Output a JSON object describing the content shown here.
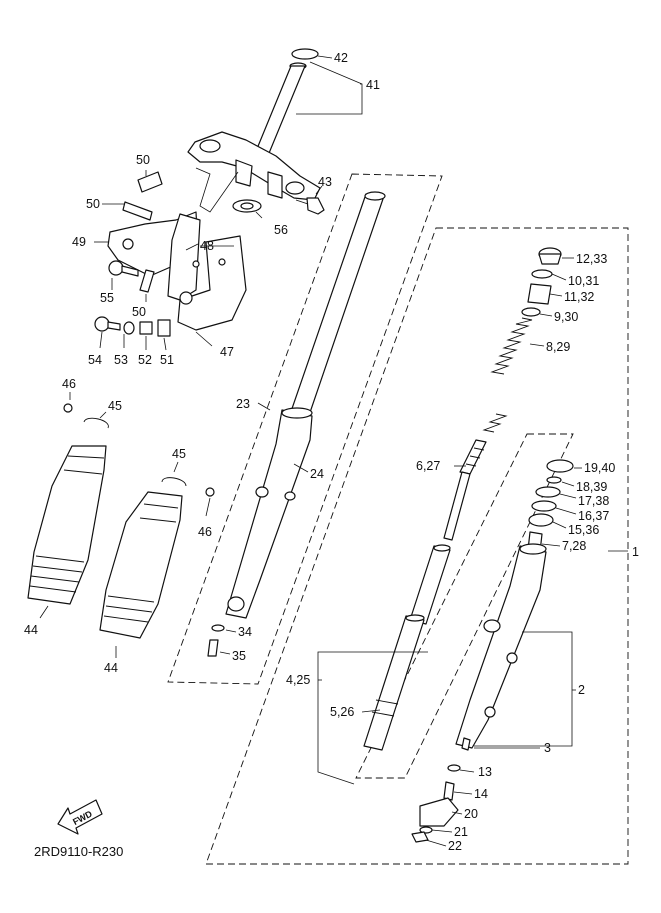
{
  "diagram_code": "2RD9110-R230",
  "fwd_label": "FWD",
  "callouts": {
    "c42": "42",
    "c41": "41",
    "c43": "43",
    "c56": "56",
    "c50a": "50",
    "c50b": "50",
    "c49": "49",
    "c48": "48",
    "c55": "55",
    "c50c": "50",
    "c54": "54",
    "c53": "53",
    "c52": "52",
    "c51": "51",
    "c47": "47",
    "c46a": "46",
    "c45a": "45",
    "c44a": "44",
    "c45b": "45",
    "c46b": "46",
    "c44b": "44",
    "c23": "23",
    "c24": "24",
    "c34": "34",
    "c35": "35",
    "c1233": "12,33",
    "c1031": "10,31",
    "c1132": "11,32",
    "c930": "9,30",
    "c829": "8,29",
    "c627": "6,27",
    "c1940": "19,40",
    "c1839": "18,39",
    "c1738": "17,38",
    "c1637": "16,37",
    "c1536": "15,36",
    "c728": "7,28",
    "c1": "1",
    "c2": "2",
    "c3": "3",
    "c425": "4,25",
    "c526": "5,26",
    "c13": "13",
    "c14": "14",
    "c20": "20",
    "c21": "21",
    "c22": "22"
  }
}
